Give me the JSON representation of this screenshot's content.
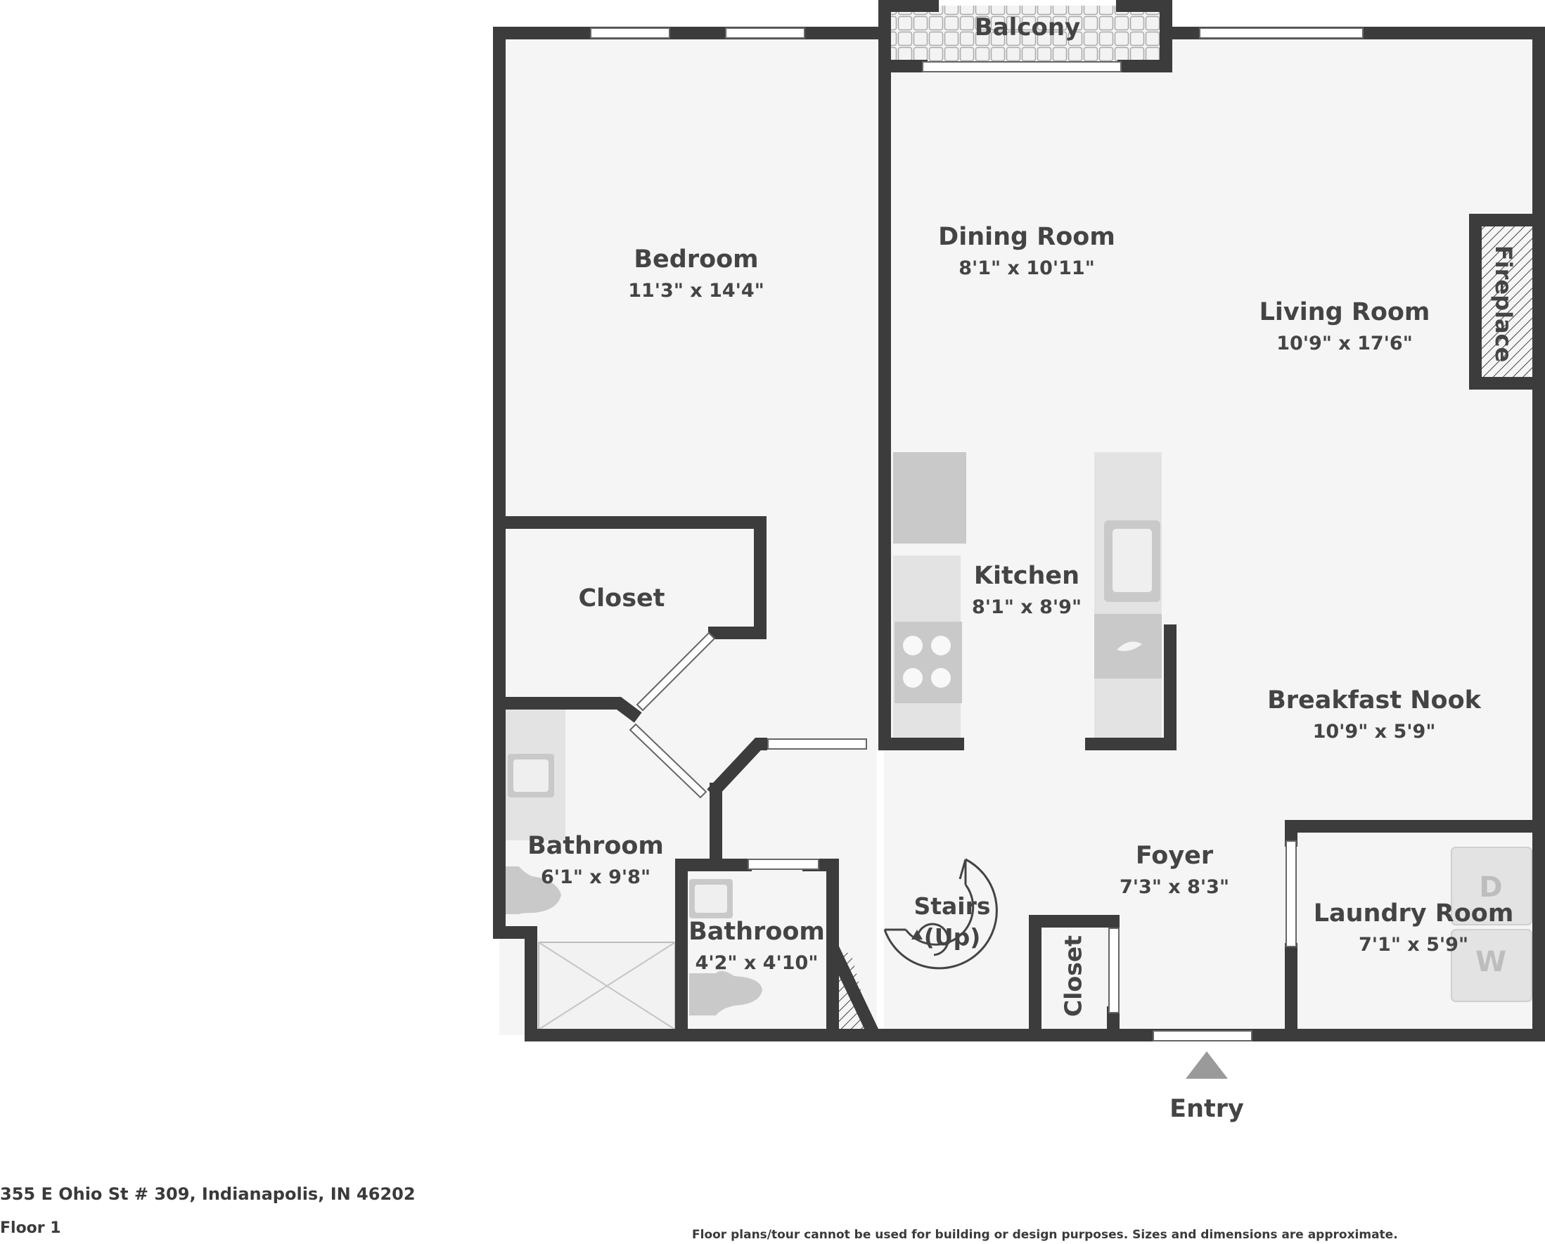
{
  "address": "355 E Ohio St # 309, Indianapolis, IN 46202",
  "floor_label": "Floor 1",
  "disclaimer": "Floor plans/tour cannot be used for building or design purposes. Sizes and dimensions are approximate.",
  "colors": {
    "wall": "#3c3c3c",
    "floor": "#f5f5f5",
    "fixture": "#c9c9c9",
    "text": "#444444"
  },
  "rooms": {
    "balcony": {
      "name": "Balcony"
    },
    "bedroom": {
      "name": "Bedroom",
      "dims": "11'3\" x 14'4\""
    },
    "dining": {
      "name": "Dining Room",
      "dims": "8'1\" x 10'11\""
    },
    "living": {
      "name": "Living Room",
      "dims": "10'9\" x 17'6\""
    },
    "fireplace": {
      "name": "Fireplace"
    },
    "closet_bed": {
      "name": "Closet"
    },
    "kitchen": {
      "name": "Kitchen",
      "dims": "8'1\" x 8'9\""
    },
    "nook": {
      "name": "Breakfast Nook",
      "dims": "10'9\" x 5'9\""
    },
    "bath1": {
      "name": "Bathroom",
      "dims": "6'1\" x 9'8\""
    },
    "foyer": {
      "name": "Foyer",
      "dims": "7'3\" x 8'3\""
    },
    "stairs": {
      "name": "Stairs",
      "sub": "(Up)"
    },
    "laundry": {
      "name": "Laundry Room",
      "dims": "7'1\" x 5'9\""
    },
    "bath2": {
      "name": "Bathroom",
      "dims": "4'2\" x 4'10\""
    },
    "closet_foyer": {
      "name": "Closet"
    }
  },
  "appliances": {
    "dryer": "D",
    "washer": "W"
  },
  "entry": "Entry"
}
